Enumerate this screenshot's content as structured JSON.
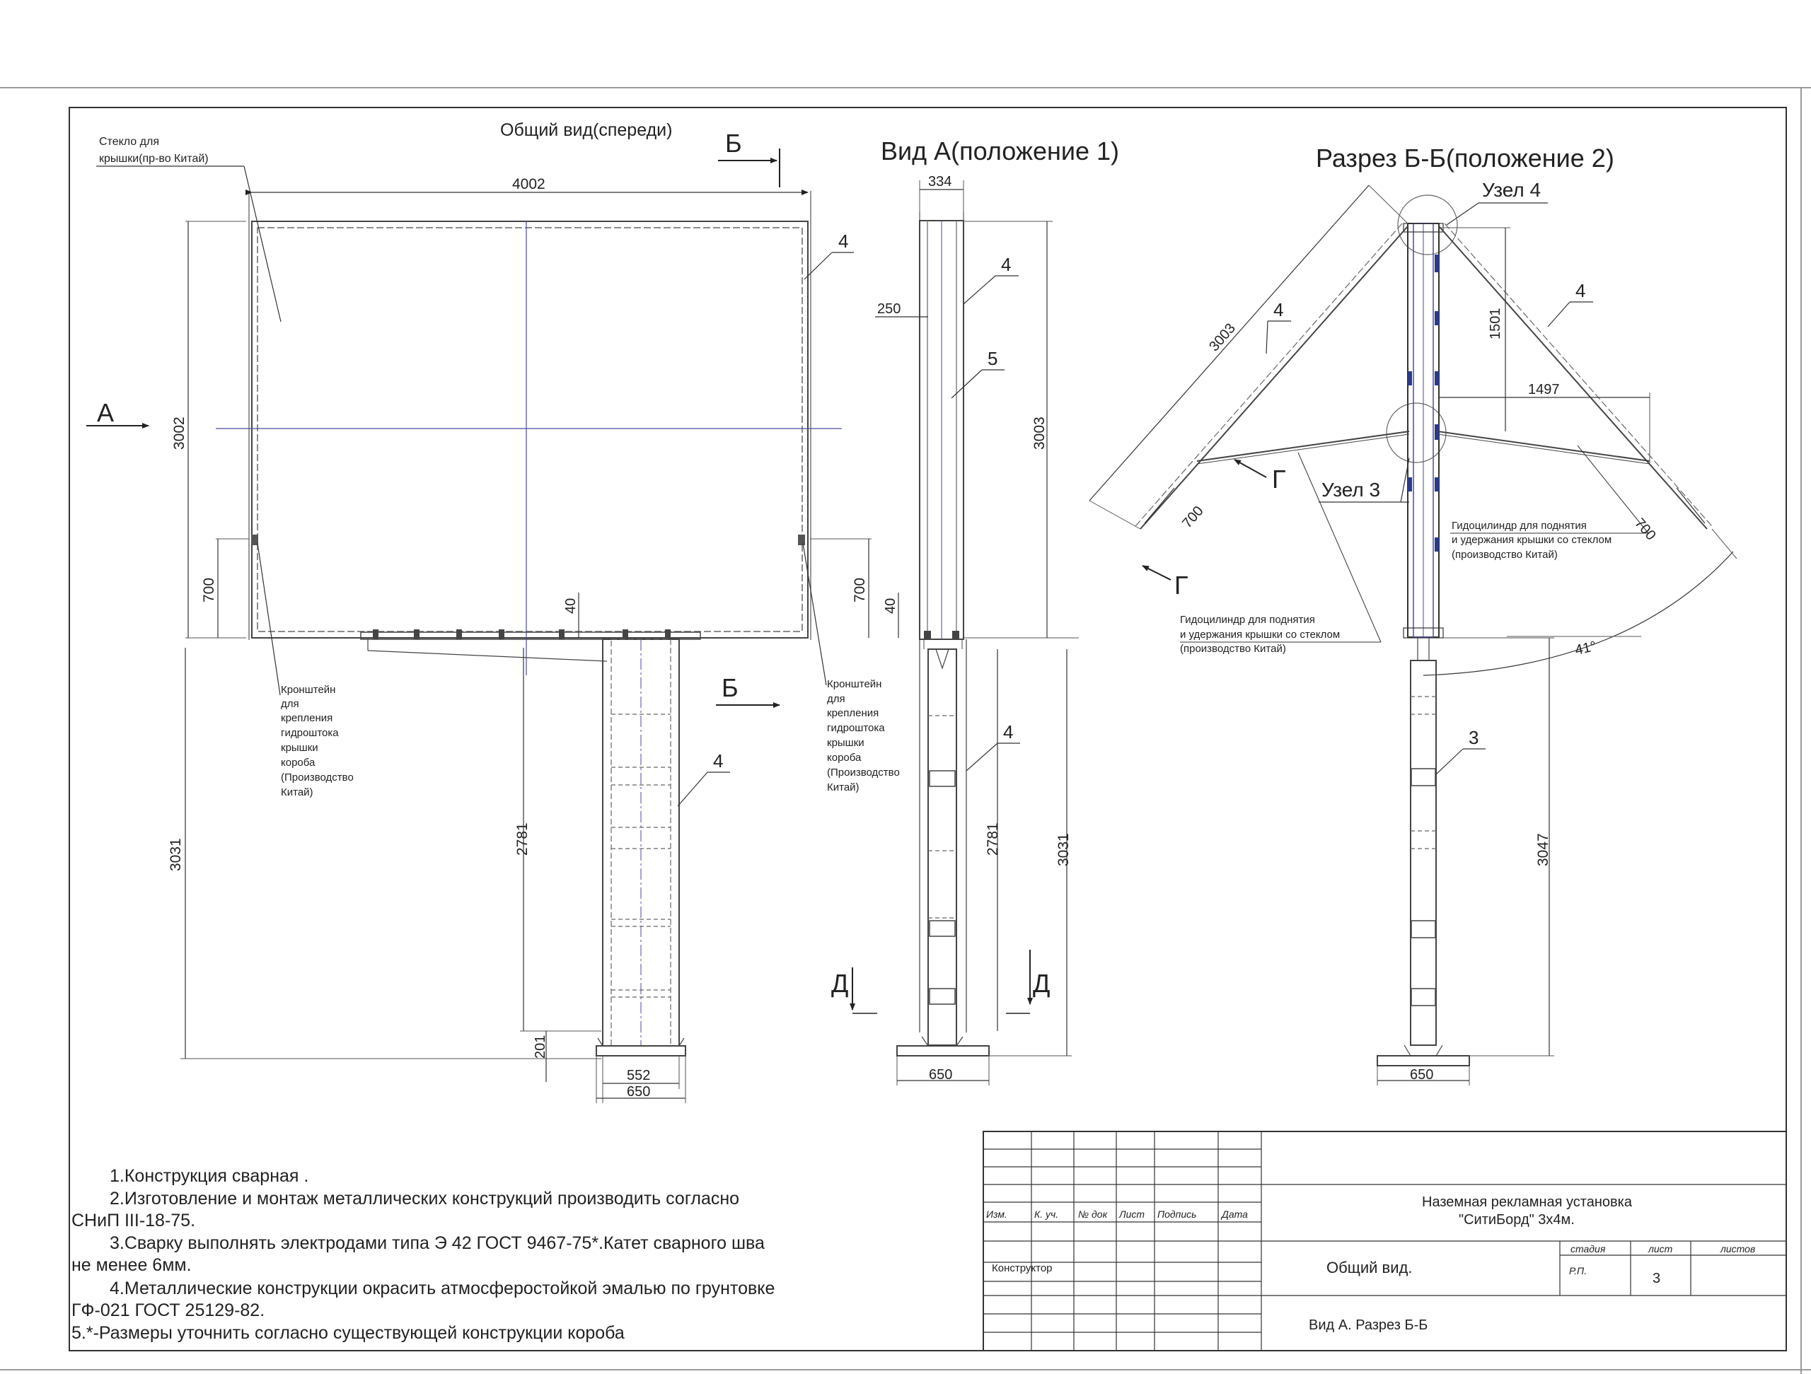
{
  "views": {
    "front_title": "Общий вид(спереди)",
    "view_a_title": "Вид А(положение 1)",
    "section_title": "Разрез Б-Б(положение 2)"
  },
  "section_marks": {
    "b": "Б",
    "a": "А",
    "g": "Г",
    "d": "Д"
  },
  "labels": {
    "glass": [
      "Стекло для",
      "крышки(пр-во Китай)"
    ],
    "bracket_left": [
      "Кронштейн",
      "для",
      "крепления",
      "гидроштока",
      "крышки",
      "короба",
      "(Производство",
      "Китай)"
    ],
    "bracket_right": [
      "Кронштейн",
      "для",
      "крепления",
      "гидроштока",
      "крышки",
      "короба",
      "(Производство",
      "Китай)"
    ],
    "node4": "Узел 4",
    "node3": "Узел 3",
    "hydro_right": [
      "Гидоцилиндр для поднятия",
      "и удержания крышки со стеклом",
      "(производство Китай)"
    ],
    "hydro_left": [
      "Гидоцилиндр для поднятия",
      "и удержания крышки со стеклом",
      "(производство Китай)"
    ]
  },
  "callouts": {
    "n3": "3",
    "n4": "4",
    "n5": "5"
  },
  "dims": {
    "d4002": "4002",
    "d3002": "3002",
    "d700": "700",
    "d40": "40",
    "d3031": "3031",
    "d2781": "2781",
    "d201": "201",
    "d552": "552",
    "d650": "650",
    "d334": "334",
    "d250": "250",
    "d3003": "3003",
    "d1501": "1501",
    "d1497": "1497",
    "d3047": "3047",
    "d41": "41°"
  },
  "notes": [
    "1.Конструкция сварная .",
    "2.Изготовление и монтаж металлических конструкций производить согласно",
    "СНиП III-18-75.",
    "3.Сварку выполнять электродами  типа Э 42 ГОСТ 9467-75*.Катет сварного шва",
    "не менее  6мм.",
    "4.Металлические конструкции окрасить атмосферостойкой эмалью по грунтовке",
    "ГФ-021 ГОСТ 25129-82.",
    "5.*-Размеры уточнить согласно существующей конструкции короба"
  ],
  "title_block": {
    "headers": [
      "Изм.",
      "К. уч.",
      "№ док",
      "Лист",
      "Подпись",
      "Дата"
    ],
    "role": "Конструктор",
    "project": [
      "Наземная рекламная установка",
      "\"СитиБорд\" 3х4м."
    ],
    "sheet_name": "Общий вид.",
    "drawing_name": "Вид А. Разрез Б-Б",
    "stage_label": "стадия",
    "sheet_label": "лист",
    "sheets_label": "листов",
    "stage": "Р.П.",
    "sheet": "3"
  }
}
